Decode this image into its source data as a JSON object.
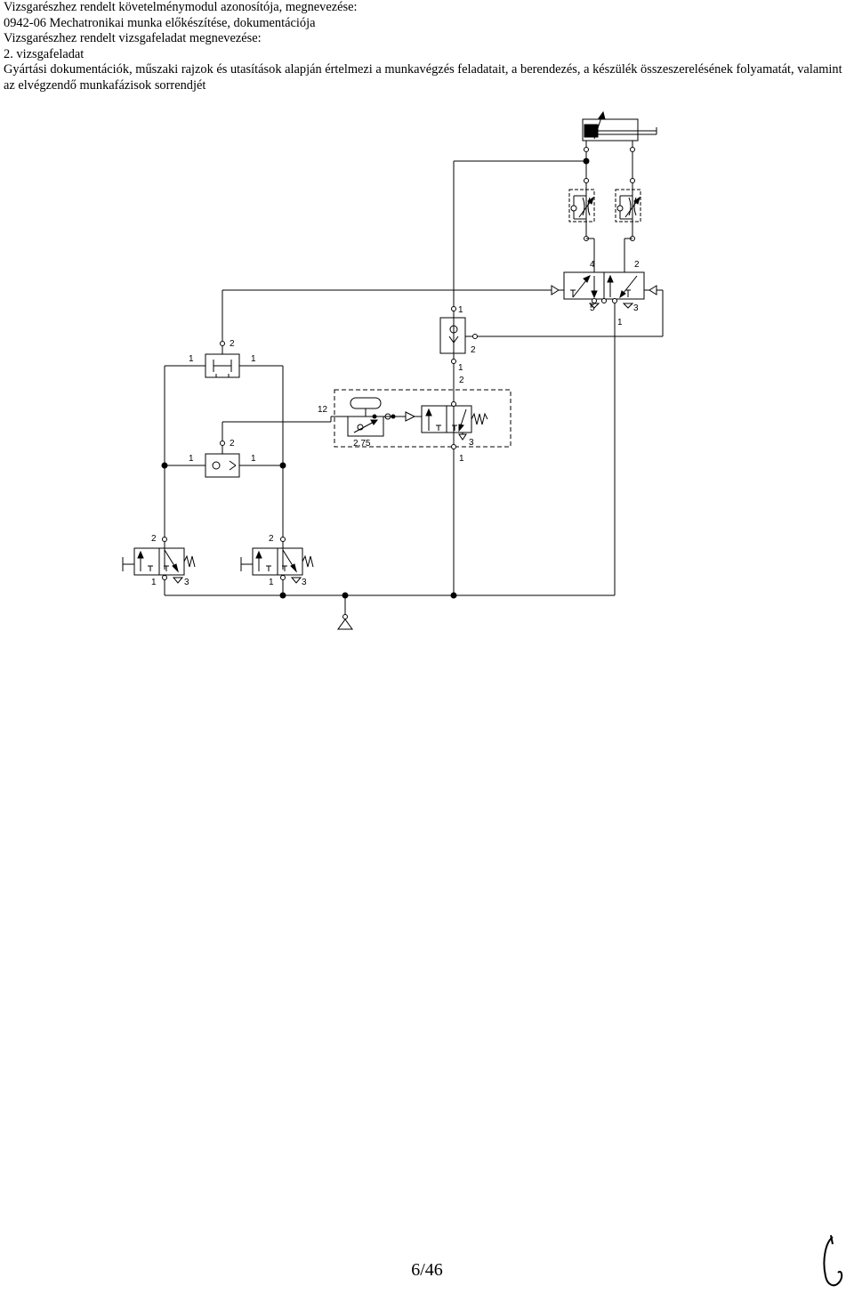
{
  "header": {
    "line1": "Vizsgarészhez rendelt követelménymodul azonosítója, megnevezése:",
    "line2": "0942-06 Mechatronikai munka előkészítése, dokumentációja",
    "line3": "Vizsgarészhez rendelt vizsgafeladat megnevezése:",
    "line4": "2. vizsgafeladat",
    "line5": "Gyártási dokumentációk, műszaki rajzok és utasítások alapján értelmezi a munkavégzés feladatait, a berendezés, a készülék összeszerelésének folyamatát, valamint az elvégzendő munkafázisok sorrendjét"
  },
  "diagram": {
    "valve52": {
      "port4": "4",
      "port2": "2",
      "port5": "5",
      "port3": "3",
      "port1": "1"
    },
    "shuttle_top": {
      "port1": "1",
      "port2": "2"
    },
    "and_valve": {
      "left1": "1",
      "right1": "1",
      "out2": "2"
    },
    "or_valve": {
      "left1": "1",
      "right1": "1",
      "out2": "2"
    },
    "timer": {
      "port12": "12",
      "setting": "2,75",
      "port2": "2",
      "port3": "3",
      "port1": "1",
      "port1_top": "1"
    },
    "valve_left": {
      "port2": "2",
      "port1": "1",
      "port3": "3"
    },
    "valve_right": {
      "port2": "2",
      "port1": "1",
      "port3": "3"
    }
  },
  "footer": {
    "page": "6/46"
  }
}
